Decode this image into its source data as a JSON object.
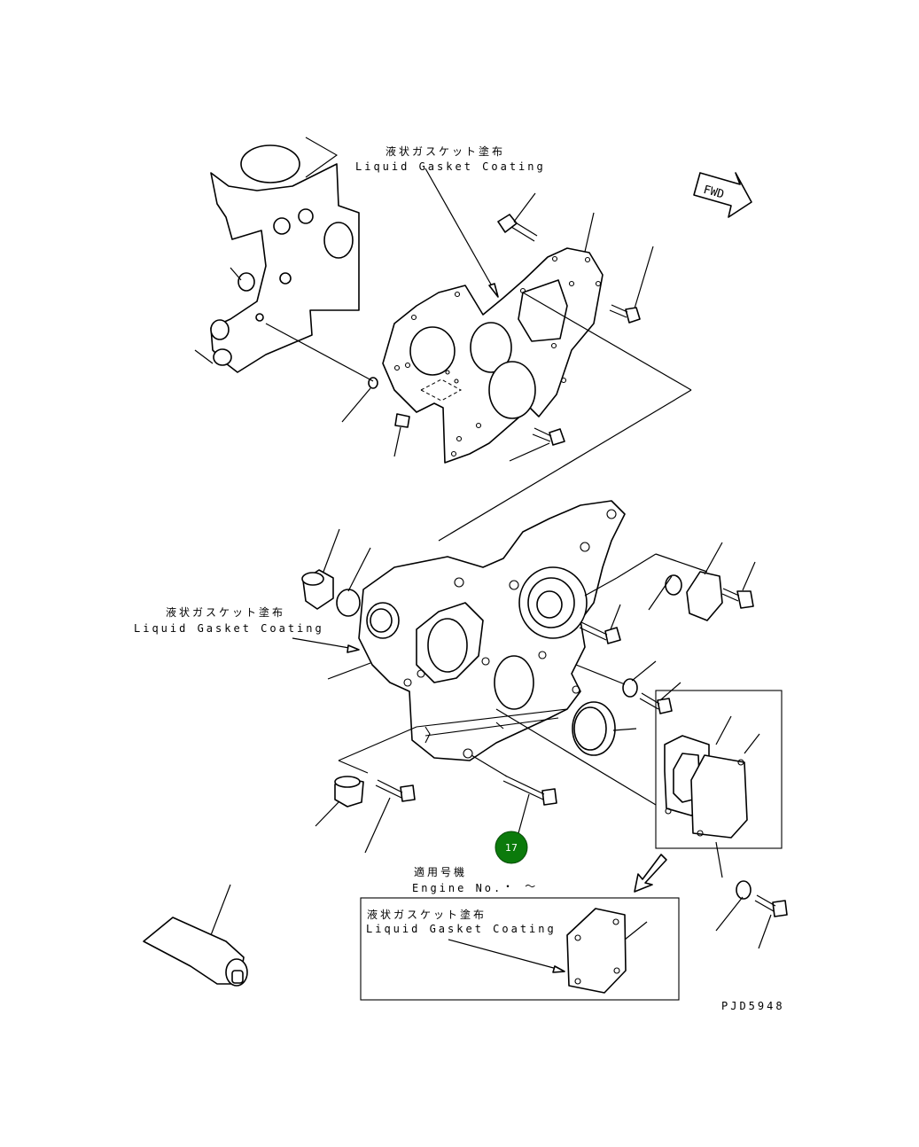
{
  "labels": {
    "top_jp": "液状ガスケット塗布",
    "top_en": "Liquid Gasket Coating",
    "left_jp": "液状ガスケット塗布",
    "left_en": "Liquid Gasket Coating",
    "box_jp": "液状ガスケット塗布",
    "box_en": "Liquid Gasket Coating",
    "serial_jp": "適用号機",
    "serial_en": "Engine No.",
    "serial_range": "・ ～",
    "fwd": "FWD",
    "drawing_code": "PJD5948"
  },
  "callouts": [
    {
      "number": "17",
      "color": "#0b7a0b"
    }
  ],
  "colors": {
    "line": "#000000",
    "background": "#ffffff",
    "callout": "#0b7a0b"
  }
}
